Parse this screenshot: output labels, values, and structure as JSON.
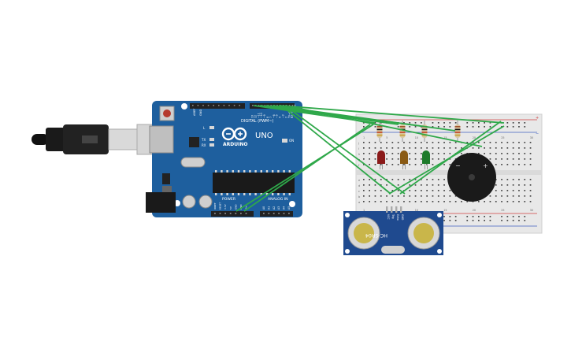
{
  "arduino": {
    "brand": "ARDUINO",
    "model": "UNO",
    "header_top_label": "DIGITAL (PWM~)",
    "header_bottom_left_label": "POWER",
    "header_bottom_right_label": "ANALOG IN",
    "led_l_label": "L",
    "led_tx_label": "TX",
    "led_rx_label": "RX",
    "on_label": "ON",
    "aref_label": "AREF",
    "gnd_label": "GND",
    "power_pin_labels": [
      "IOREF",
      "RESET",
      "3.3V",
      "5V",
      "GND",
      "GND",
      "Vin"
    ],
    "analog_pin_labels": [
      "A0",
      "A1",
      "A2",
      "A3",
      "A4",
      "A5"
    ],
    "digital_pin_labels": [
      "13",
      "12",
      "~11",
      "~10",
      "~9",
      "8",
      "7",
      "~6",
      "~5",
      "4",
      "~3",
      "2",
      "TX→1",
      "RX←0"
    ],
    "board_color": "#1e5f9e"
  },
  "breadboard": {
    "column_numbers": [
      "1",
      "5",
      "10",
      "15",
      "20",
      "25",
      "30"
    ],
    "row_letters_top": [
      "j",
      "i",
      "h",
      "g",
      "f"
    ],
    "row_letters_bottom": [
      "e",
      "d",
      "c",
      "b",
      "a"
    ],
    "rail_plus": "+",
    "rail_minus": "−"
  },
  "leds": [
    {
      "name": "red-led",
      "color": "#8b1a1a"
    },
    {
      "name": "orange-led",
      "color": "#8a5a14"
    },
    {
      "name": "green-led",
      "color": "#1d7a2a"
    }
  ],
  "buzzer": {
    "plus_label": "+",
    "minus_label": "−"
  },
  "sensor": {
    "model": "HC-SR04",
    "pin_labels": [
      "VCC",
      "Trig",
      "Echo",
      "GND"
    ]
  },
  "wire_color": "#2fa84a"
}
